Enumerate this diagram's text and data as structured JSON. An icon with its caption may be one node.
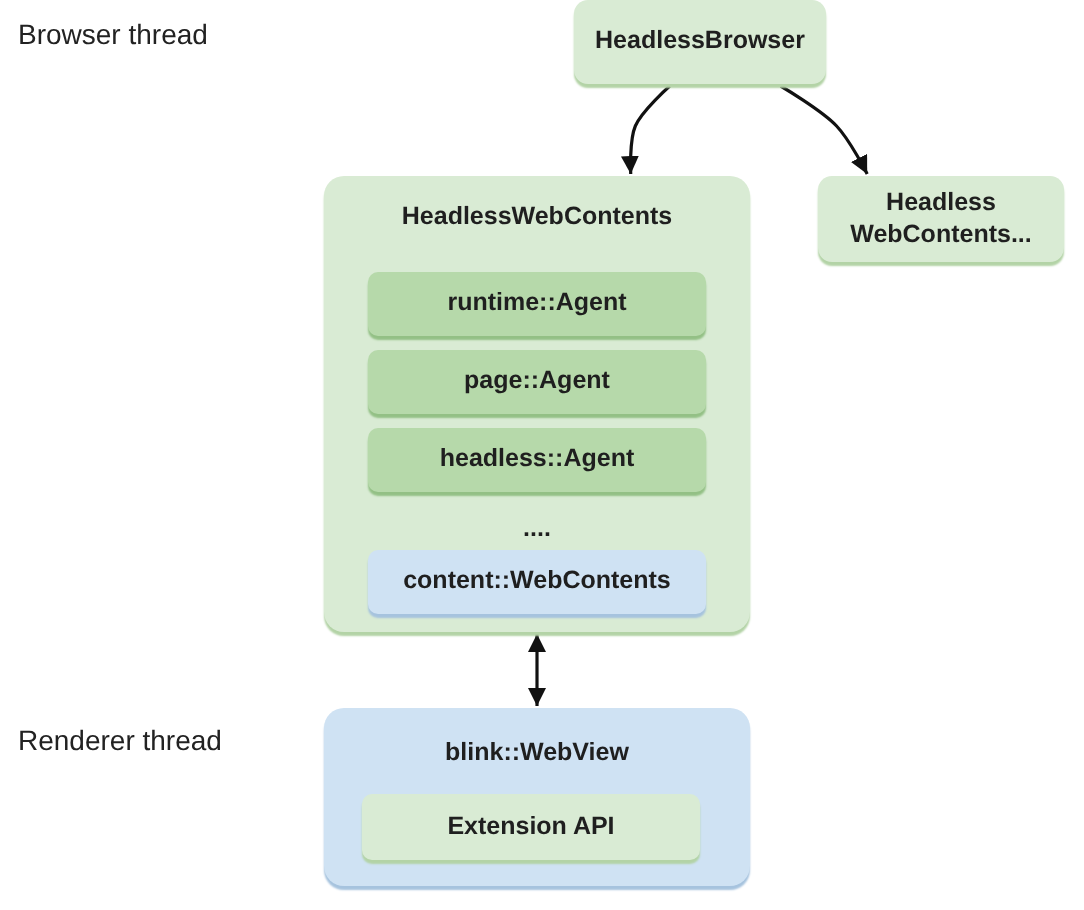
{
  "diagram": {
    "nodes": [
      {
        "text": [
          "HeadlessBrowser"
        ]
      },
      {
        "text": [
          "HeadlessWebContents",
          "...."
        ]
      },
      {
        "text": [
          "runtime::Agent"
        ],
        "in": 1
      },
      {
        "text": [
          "page::Agent"
        ],
        "in": 1
      },
      {
        "text": [
          "headless::Agent"
        ],
        "in": 1
      },
      {
        "text": [
          "content::WebContents"
        ],
        "in": 1
      },
      {
        "text": [
          "Headless WebContents..."
        ]
      },
      {
        "text": [
          "blink::WebView"
        ]
      },
      {
        "text": [
          "Extension API"
        ],
        "in": 7
      }
    ],
    "edges": [
      {
        "from": 0,
        "to": 1,
        "arrow": "to"
      },
      {
        "from": 0,
        "to": 6,
        "arrow": "to"
      },
      {
        "from": 1,
        "to": 7,
        "arrow": "both"
      }
    ],
    "labels": [
      "Browser thread",
      "Renderer thread"
    ]
  }
}
